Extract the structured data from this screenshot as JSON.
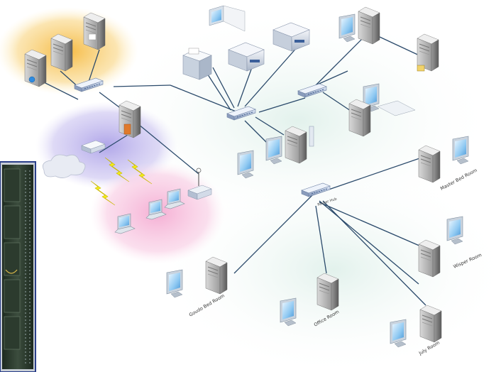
{
  "diagram": {
    "rooms": {
      "master_bed": "Master Bed Room",
      "wisper": "Wisper Room",
      "goudo_bed": "Goudo Bed Room",
      "office": "Office Room",
      "july": "July Room"
    },
    "switch_label": "Router Hub",
    "colors": {
      "server_zone": "#f7c55a",
      "wireless_zone": "#b9aee8",
      "client_zone": "#f6b9da",
      "link": "#2b4a6b",
      "lightning": "#f2ec1a",
      "rack": "#2a3a2c"
    },
    "icons": [
      "server-tower-icon",
      "monitor-icon",
      "switch-icon",
      "wireless-router-icon",
      "cloud-icon",
      "laptop-icon",
      "printer-icon",
      "modem-icon",
      "lightning-icon",
      "network-rack-icon"
    ]
  }
}
